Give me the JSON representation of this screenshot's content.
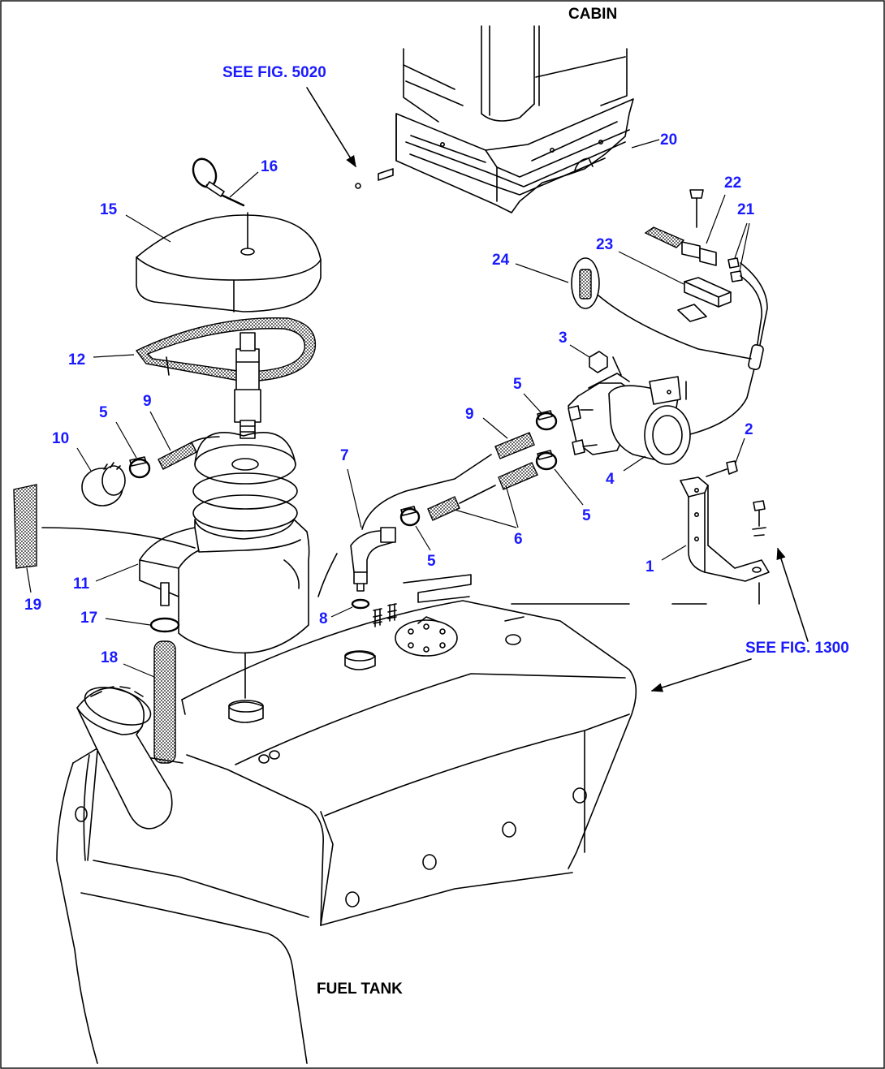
{
  "labels": {
    "cabin": "CABIN",
    "fuel_tank": "FUEL TANK",
    "see_fig_5020": "SEE FIG. 5020",
    "see_fig_1300": "SEE FIG. 1300"
  },
  "parts": {
    "p1": "1",
    "p2": "2",
    "p3": "3",
    "p4": "4",
    "p5a": "5",
    "p5b": "5",
    "p5c": "5",
    "p5d": "5",
    "p6": "6",
    "p7": "7",
    "p8": "8",
    "p9a": "9",
    "p9b": "9",
    "p10": "10",
    "p11": "11",
    "p12": "12",
    "p15": "15",
    "p16": "16",
    "p17": "17",
    "p18": "18",
    "p19": "19",
    "p20": "20",
    "p21": "21",
    "p22": "22",
    "p23": "23",
    "p24": "24"
  },
  "colors": {
    "callout": "#1a1aff",
    "line": "#000000"
  }
}
